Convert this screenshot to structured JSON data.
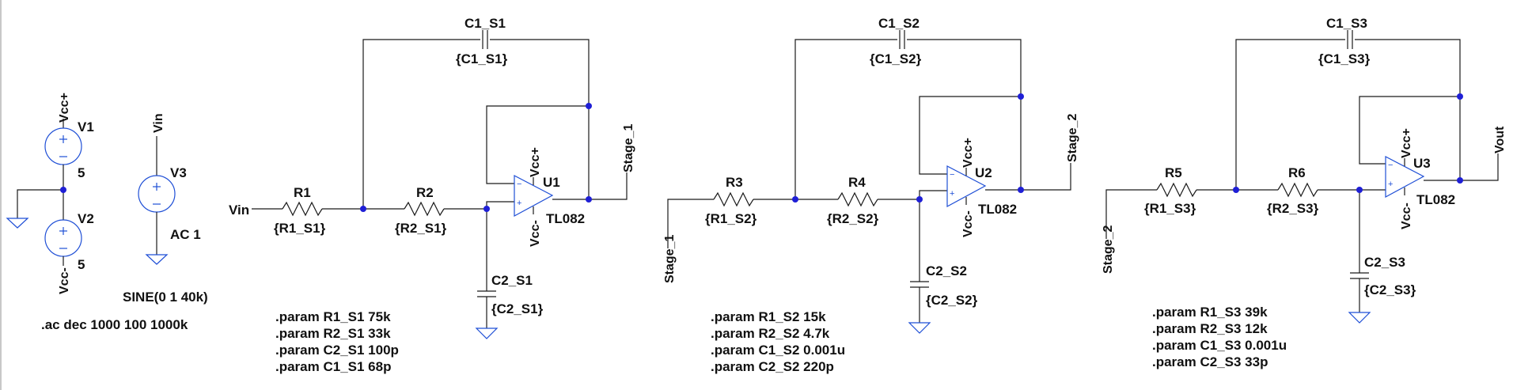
{
  "sources": {
    "v1": {
      "name": "V1",
      "value": "5",
      "net": "Vcc+"
    },
    "v2": {
      "name": "V2",
      "value": "5",
      "net": "Vcc-"
    },
    "v3": {
      "name": "V3",
      "value": "AC 1",
      "net": "Vin",
      "transient": "SINE(0 1 40k)"
    }
  },
  "analysis": ".ac dec 1000 100 1000k",
  "stages": [
    {
      "input_net": "Vin",
      "output_net": "Stage_1",
      "r1": {
        "name": "R1",
        "value": "{R1_S1}"
      },
      "r2": {
        "name": "R2",
        "value": "{R2_S1}"
      },
      "c1": {
        "name": "C1_S1",
        "value": "{C1_S1}"
      },
      "c2": {
        "name": "C2_S1",
        "value": "{C2_S1}"
      },
      "opamp": {
        "name": "U1",
        "model": "TL082",
        "vpos": "Vcc+",
        "vneg": "Vcc-"
      },
      "params": [
        ".param R1_S1 75k",
        ".param R2_S1 33k",
        ".param C2_S1 100p",
        ".param C1_S1 68p"
      ]
    },
    {
      "input_net": "Stage_1",
      "output_net": "Stage_2",
      "r1": {
        "name": "R3",
        "value": "{R1_S2}"
      },
      "r2": {
        "name": "R4",
        "value": "{R2_S2}"
      },
      "c1": {
        "name": "C1_S2",
        "value": "{C1_S2}"
      },
      "c2": {
        "name": "C2_S2",
        "value": "{C2_S2}"
      },
      "opamp": {
        "name": "U2",
        "model": "TL082",
        "vpos": "Vcc+",
        "vneg": "Vcc-"
      },
      "params": [
        ".param R1_S2 15k",
        ".param R2_S2 4.7k",
        ".param C1_S2 0.001u",
        ".param C2_S2 220p"
      ]
    },
    {
      "input_net": "Stage_2",
      "output_net": "Vout",
      "r1": {
        "name": "R5",
        "value": "{R1_S3}"
      },
      "r2": {
        "name": "R6",
        "value": "{R2_S3}"
      },
      "c1": {
        "name": "C1_S3",
        "value": "{C1_S3}"
      },
      "c2": {
        "name": "C2_S3",
        "value": "{C2_S3}"
      },
      "opamp": {
        "name": "U3",
        "model": "TL082",
        "vpos": "Vcc+",
        "vneg": "Vcc-"
      },
      "params": [
        ".param R1_S3 39k",
        ".param R2_S3 12k",
        ".param C1_S3 0.001u",
        ".param C2_S3 33p"
      ]
    }
  ],
  "colors": {
    "wire": "#1a1a1a",
    "component": "#1f4fd6",
    "junction": "#1f1fd6",
    "text": "#111111"
  }
}
